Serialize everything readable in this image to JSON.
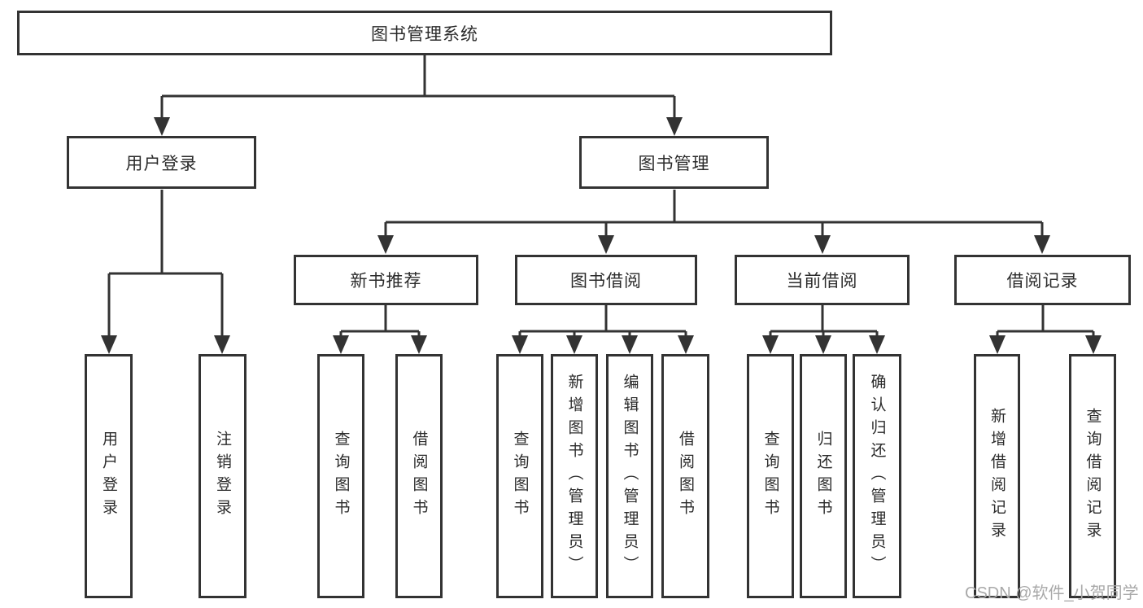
{
  "colors": {
    "line": "#333333",
    "text": "#2b2b2b",
    "background": "#ffffff",
    "watermark": "#a9a9a9"
  },
  "diagram": {
    "root": {
      "label": "图书管理系统"
    },
    "branches": [
      {
        "label": "用户登录",
        "leaves": [
          "用户登录",
          "注销登录"
        ]
      },
      {
        "label": "图书管理",
        "children": [
          {
            "label": "新书推荐",
            "leaves": [
              "查询图书",
              "借阅图书"
            ]
          },
          {
            "label": "图书借阅",
            "leaves": [
              "查询图书",
              "新增图书（管理员）",
              "编辑图书（管理员）",
              "借阅图书"
            ]
          },
          {
            "label": "当前借阅",
            "leaves": [
              "查询图书",
              "归还图书",
              "确认归还（管理员）"
            ]
          },
          {
            "label": "借阅记录",
            "leaves": [
              "新增借阅记录",
              "查询借阅记录"
            ]
          }
        ]
      }
    ]
  },
  "watermark": {
    "text": "CSDN @软件_小贺同学"
  }
}
